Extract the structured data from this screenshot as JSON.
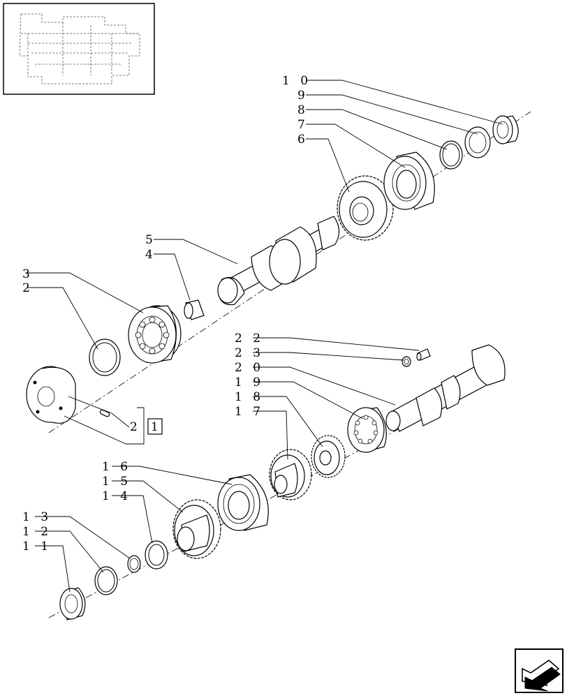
{
  "labels": {
    "p1": "1",
    "p2": "2",
    "p3": "3",
    "p4": "4",
    "p5": "5",
    "p6": "6",
    "p7": "7",
    "p8": "8",
    "p9": "9",
    "p10": "1 0",
    "p11": "1 1",
    "p12": "1 2",
    "p13": "1 3",
    "p14": "1 4",
    "p15": "1 5",
    "p16": "1 6",
    "p17": "1 7",
    "p18": "1 8",
    "p19": "1 9",
    "p20": "2 0",
    "p21": "2 1",
    "p22": "2 2",
    "p23": "2 3"
  },
  "nav": {
    "icon": "next-page-arrow-icon"
  }
}
